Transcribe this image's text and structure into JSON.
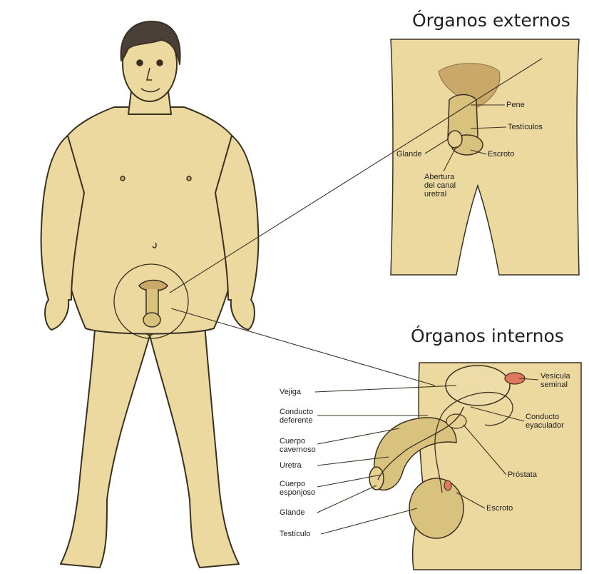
{
  "titles": {
    "external": "Órganos externos",
    "internal": "Órganos internos"
  },
  "external_labels": {
    "pene": "Pene",
    "testiculos": "Testículos",
    "glande": "Glande",
    "escroto": "Escroto",
    "abertura": "Abertura\ndel canal\nuretral"
  },
  "internal_labels": {
    "vejiga": "Vejiga",
    "conducto_deferente": "Conducto\ndeferente",
    "cuerpo_cavernoso": "Cuerpo\ncavernoso",
    "uretra": "Uretra",
    "cuerpo_esponjoso": "Cuerpo\nesponjoso",
    "glande": "Glande",
    "testiculo": "Testículo",
    "vesicula_seminal": "Vesícula\nseminal",
    "conducto_eyaculador": "Conducto\neyaculador",
    "prostata": "Próstata",
    "escroto": "Escroto"
  },
  "colors": {
    "skin": "#ecd9a0",
    "skin_shade": "#d9c27e",
    "outline": "#3a3020",
    "hair": "#4a4038",
    "organ_pink": "#e07860"
  }
}
